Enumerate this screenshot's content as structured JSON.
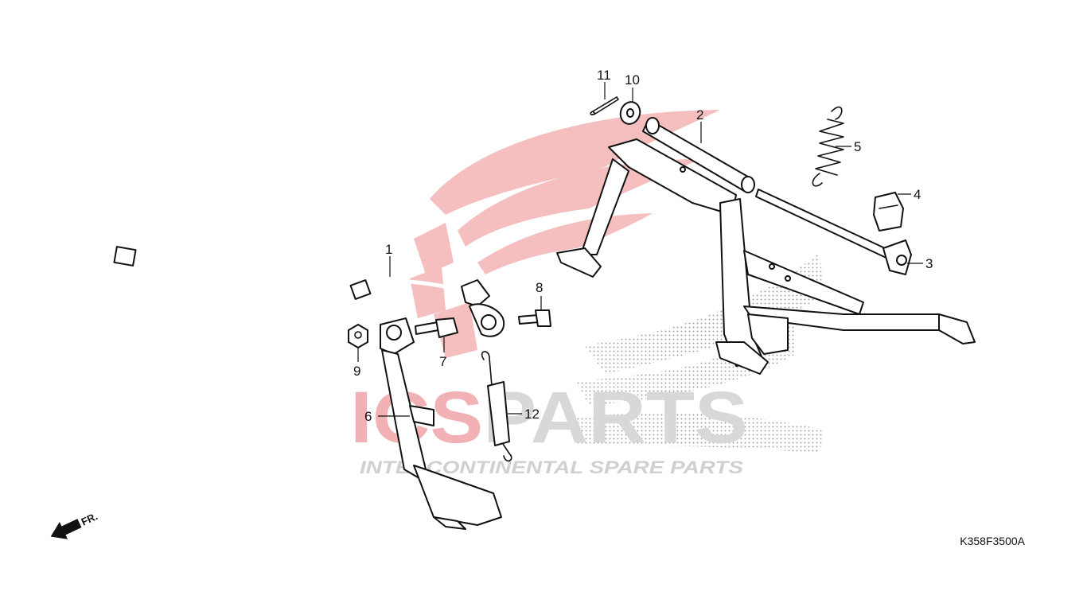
{
  "watermark": {
    "brand": "ICSPARTS",
    "brand_highlight": "ICS",
    "brand_rest": "PARTS",
    "tagline": "INTERCONTINENTAL SPARE PARTS",
    "accent_color": "#e8323c",
    "grey_color": "#c8c8c8"
  },
  "direction_indicator": {
    "label": "FR."
  },
  "drawing_code": "K358F3500A",
  "callouts": [
    {
      "number": "1",
      "part": "cable"
    },
    {
      "number": "2",
      "part": "main-stand"
    },
    {
      "number": "3",
      "part": "pivot-shaft"
    },
    {
      "number": "4",
      "part": "rubber-stopper"
    },
    {
      "number": "5",
      "part": "main-stand-spring"
    },
    {
      "number": "6",
      "part": "side-stand"
    },
    {
      "number": "7",
      "part": "pivot-bolt"
    },
    {
      "number": "8",
      "part": "bolt"
    },
    {
      "number": "9",
      "part": "nut"
    },
    {
      "number": "10",
      "part": "washer"
    },
    {
      "number": "11",
      "part": "cotter-pin"
    },
    {
      "number": "12",
      "part": "side-stand-spring"
    }
  ]
}
